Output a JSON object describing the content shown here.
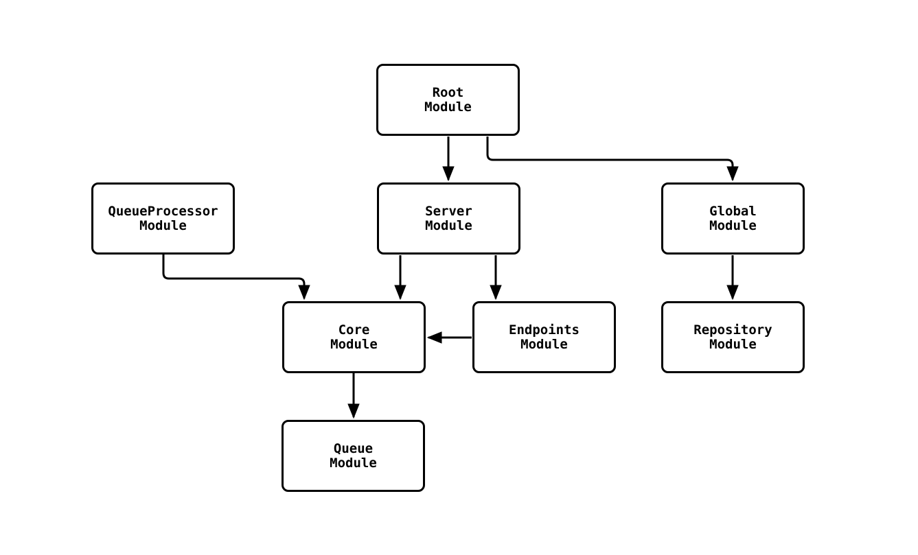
{
  "diagram": {
    "type": "flowchart",
    "direction": "top-down",
    "colors": {
      "background": "#ffffff",
      "node_fill": "#ffffff",
      "node_border": "#000000",
      "edge": "#000000",
      "text": "#000000"
    },
    "nodes": {
      "root": {
        "label": "Root\nModule"
      },
      "queueprocessor": {
        "label": "QueueProcessor\nModule"
      },
      "server": {
        "label": "Server\nModule"
      },
      "global": {
        "label": "Global\nModule"
      },
      "core": {
        "label": "Core\nModule"
      },
      "endpoints": {
        "label": "Endpoints\nModule"
      },
      "repository": {
        "label": "Repository\nModule"
      },
      "queue": {
        "label": "Queue\nModule"
      }
    },
    "edges": [
      {
        "from": "Root Module",
        "to": "Server Module"
      },
      {
        "from": "Root Module",
        "to": "Global Module"
      },
      {
        "from": "QueueProcessor Module",
        "to": "Core Module"
      },
      {
        "from": "Server Module",
        "to": "Core Module"
      },
      {
        "from": "Server Module",
        "to": "Endpoints Module"
      },
      {
        "from": "Endpoints Module",
        "to": "Core Module"
      },
      {
        "from": "Global Module",
        "to": "Repository Module"
      },
      {
        "from": "Core Module",
        "to": "Queue Module"
      }
    ]
  }
}
